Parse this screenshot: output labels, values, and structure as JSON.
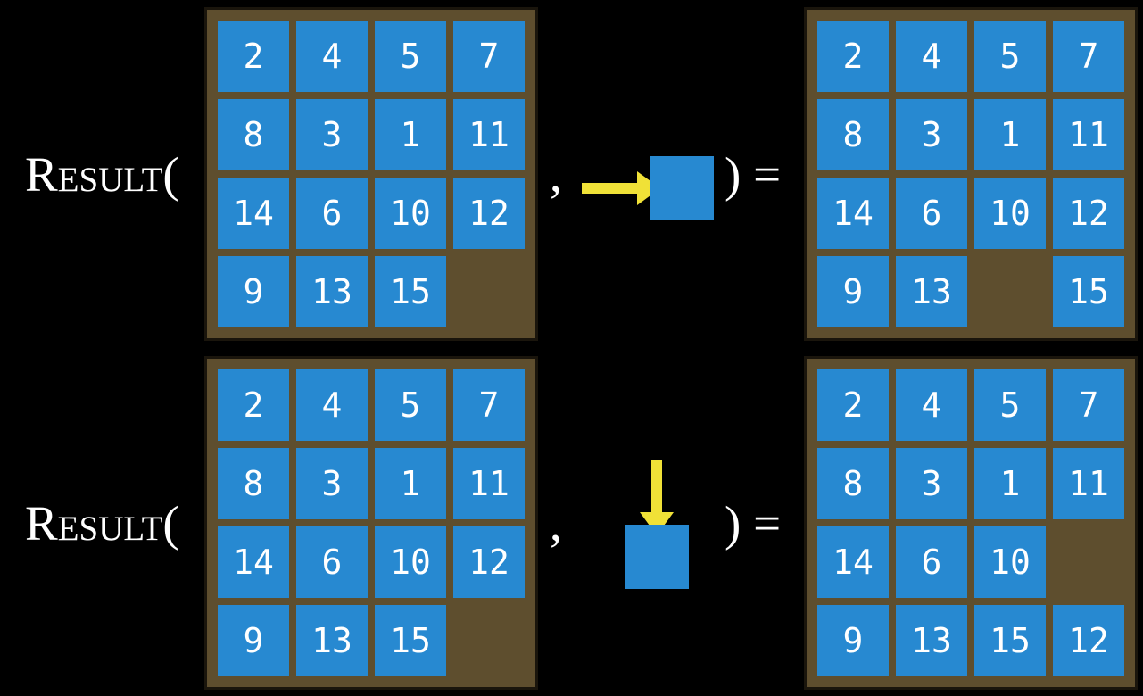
{
  "figure": {
    "title": "RESULT function examples on a 15-puzzle",
    "board_rows": 4,
    "board_cols": 4
  },
  "colors": {
    "page_bg": "#000000",
    "board_bg": "#5e4e2e",
    "board_border": "#1a150c",
    "tile_blue": "#2789d1",
    "arrow_yellow": "#f0e137",
    "text_white": "#ffffff"
  },
  "examples": [
    {
      "label": "Result(",
      "comma": ",",
      "close": ") =",
      "action": {
        "direction": "right",
        "icon": "right-arrow-into-tile-icon"
      },
      "input_board": [
        [
          2,
          4,
          5,
          7
        ],
        [
          8,
          3,
          1,
          11
        ],
        [
          14,
          6,
          10,
          12
        ],
        [
          9,
          13,
          15,
          null
        ]
      ],
      "output_board": [
        [
          2,
          4,
          5,
          7
        ],
        [
          8,
          3,
          1,
          11
        ],
        [
          14,
          6,
          10,
          12
        ],
        [
          9,
          13,
          null,
          15
        ]
      ]
    },
    {
      "label": "Result(",
      "comma": ",",
      "close": ") =",
      "action": {
        "direction": "down",
        "icon": "down-arrow-into-tile-icon"
      },
      "input_board": [
        [
          2,
          4,
          5,
          7
        ],
        [
          8,
          3,
          1,
          11
        ],
        [
          14,
          6,
          10,
          12
        ],
        [
          9,
          13,
          15,
          null
        ]
      ],
      "output_board": [
        [
          2,
          4,
          5,
          7
        ],
        [
          8,
          3,
          1,
          11
        ],
        [
          14,
          6,
          10,
          null
        ],
        [
          9,
          13,
          15,
          12
        ]
      ]
    }
  ]
}
